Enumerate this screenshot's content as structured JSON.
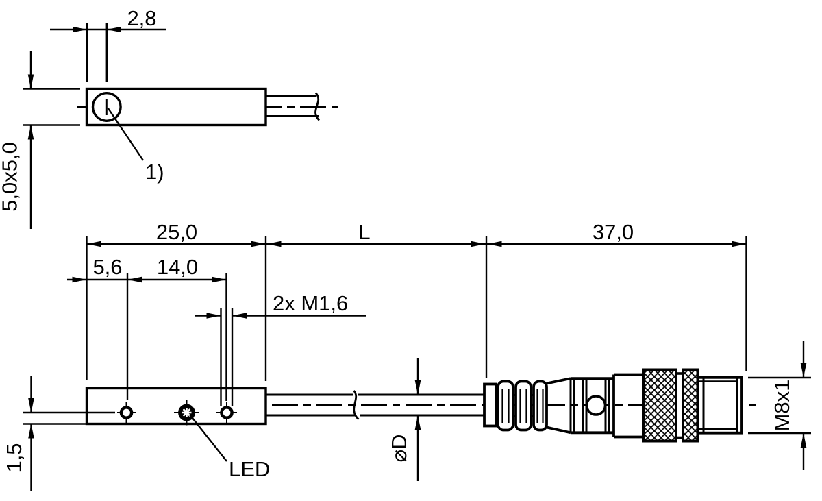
{
  "drawing": {
    "background": "#ffffff",
    "line_color": "#000000",
    "top_view": {
      "sensing_face_offset": "2,8",
      "cross_section": "5,0x5,0",
      "footnote_ref": "1)"
    },
    "side_view": {
      "housing_length": "25,0",
      "cable_length": "L",
      "connector_length": "37,0",
      "first_hole_offset": "5,6",
      "hole_spacing": "14,0",
      "mounting_thread": "2x M1,6",
      "led_label": "LED",
      "hole_axis_offset": "1,5",
      "cable_diameter": "⌀D",
      "connector_thread": "M8x1"
    }
  }
}
